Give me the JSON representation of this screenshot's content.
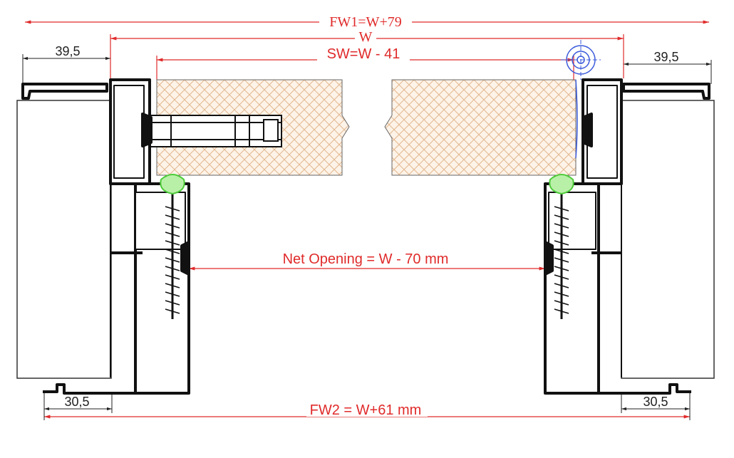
{
  "colors": {
    "dimension_line": "#e02a2a",
    "profile_stroke": "#111111",
    "panel_fill": "#fdf3e8",
    "panel_hatch": "#e2b88f",
    "gasket": "#7be06b",
    "axis_marker": "#3b5bdb"
  },
  "dimensions": {
    "fw1": "FW1=W+79",
    "w": "W",
    "sw": "SW=W - 41",
    "left_top": "39,5",
    "right_top": "39,5",
    "net_opening": "Net Opening = W - 70 mm",
    "left_bottom": "30,5",
    "right_bottom": "30,5",
    "fw2": "FW2 = W+61 mm"
  }
}
